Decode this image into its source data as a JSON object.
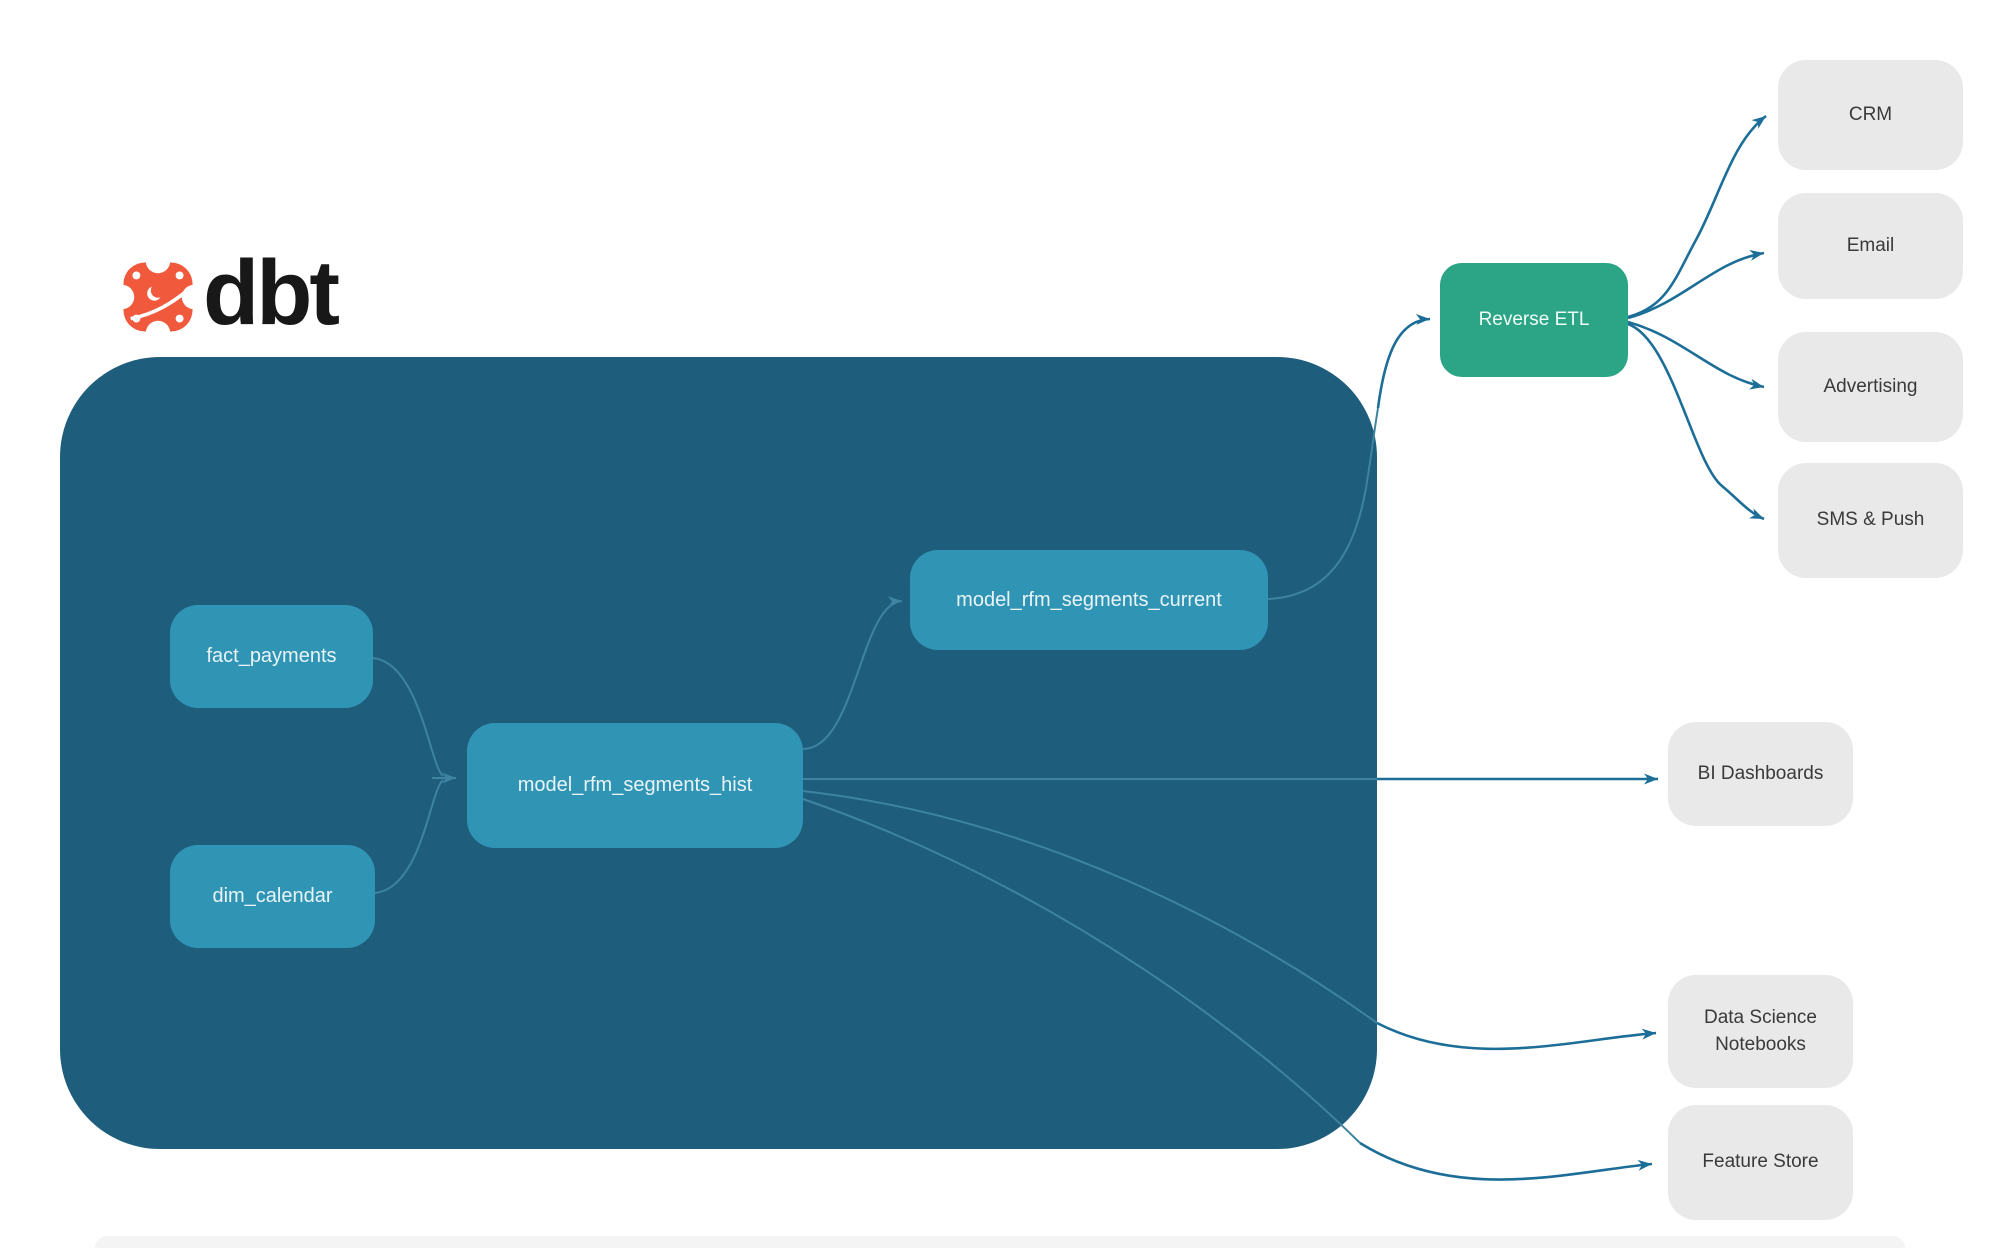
{
  "logo": {
    "brand": "dbt"
  },
  "diagram": {
    "source_nodes": [
      {
        "label": "fact_payments"
      },
      {
        "label": "dim_calendar"
      }
    ],
    "model_nodes": [
      {
        "label": "model_rfm_segments_hist"
      },
      {
        "label": "model_rfm_segments_current"
      }
    ],
    "reverse_etl": {
      "label": "Reverse ETL"
    },
    "reverse_etl_targets": [
      {
        "label": "CRM"
      },
      {
        "label": "Email"
      },
      {
        "label": "Advertising"
      },
      {
        "label": "SMS & Push"
      }
    ],
    "warehouse_targets": [
      {
        "label": "BI Dashboards"
      },
      {
        "label": "Data Science Notebooks"
      },
      {
        "label": "Feature Store"
      }
    ]
  },
  "colors": {
    "container": "#1E5D7C",
    "node": "#3094B4",
    "node-text": "#EAF4F8",
    "green": "#2CA586",
    "gray": "#E9E9E9",
    "gray-text": "#3A3A3A",
    "edge-out": "#1C6E98",
    "edge-in": "#3E83A2",
    "brand-orange": "#F0593C"
  }
}
